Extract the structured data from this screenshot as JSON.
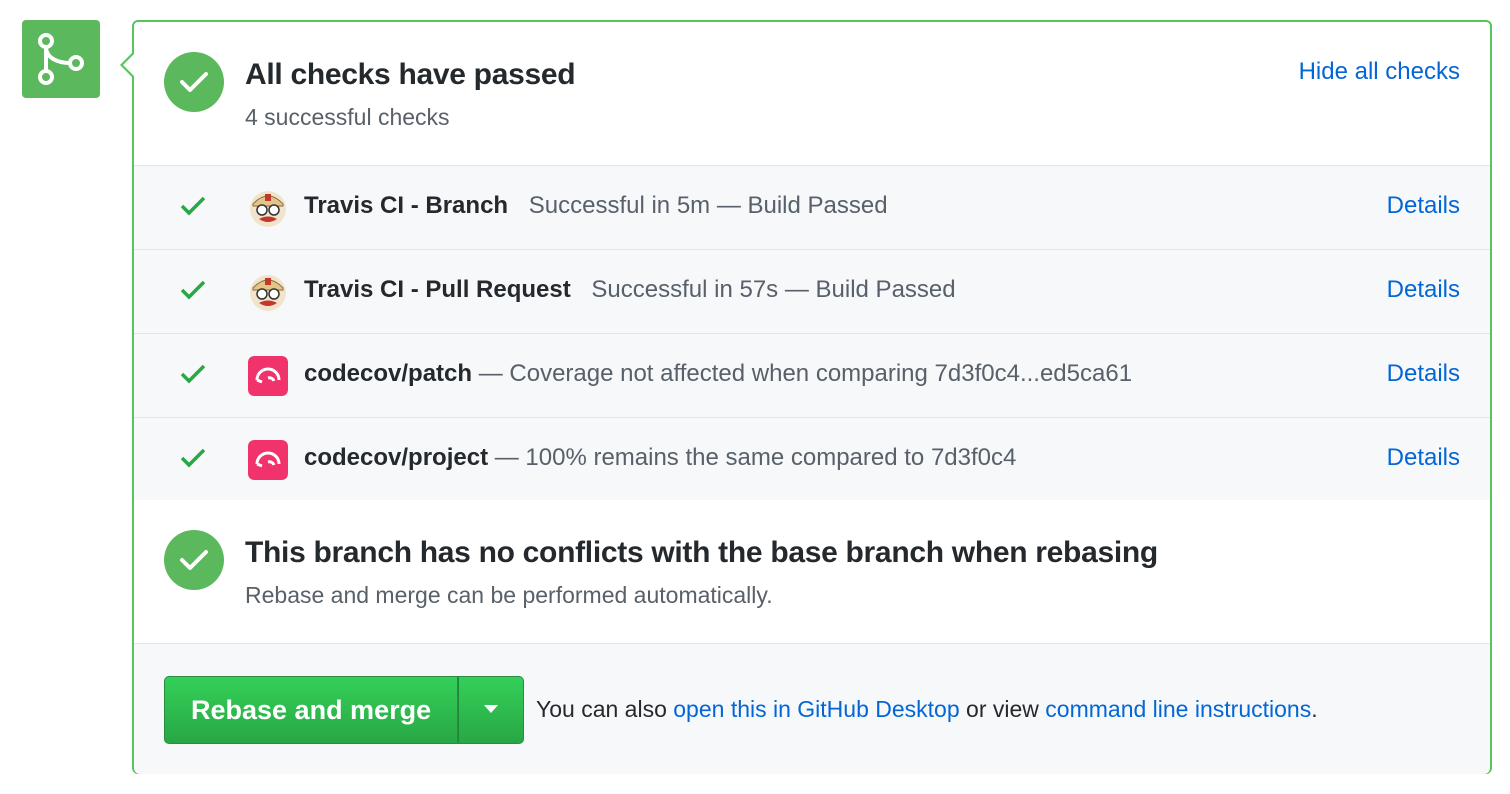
{
  "merge_icon": "git-merge-icon",
  "checks_header": {
    "title": "All checks have passed",
    "subtitle": "4 successful checks",
    "hide_link": "Hide all checks"
  },
  "checks": [
    {
      "name": "Travis CI - Branch",
      "desc": "Successful in 5m — Build Passed",
      "details": "Details",
      "avatar": "travis-ci-avatar"
    },
    {
      "name": "Travis CI - Pull Request",
      "desc": "Successful in 57s — Build Passed",
      "details": "Details",
      "avatar": "travis-ci-avatar"
    },
    {
      "name": "codecov/patch",
      "desc": " — Coverage not affected when comparing 7d3f0c4...ed5ca61",
      "details": "Details",
      "avatar": "codecov-avatar"
    },
    {
      "name": "codecov/project",
      "desc": " — 100% remains the same compared to 7d3f0c4",
      "details": "Details",
      "avatar": "codecov-avatar"
    }
  ],
  "merge_status": {
    "title": "This branch has no conflicts with the base branch when rebasing",
    "subtitle": "Rebase and merge can be performed automatically."
  },
  "actions": {
    "merge_button": "Rebase and merge",
    "prefix": "You can also ",
    "desktop_link": "open this in GitHub Desktop",
    "middle": " or view ",
    "cli_link": "command line instructions",
    "suffix": "."
  },
  "colors": {
    "success_green": "#5cb85c",
    "link_blue": "#0366d6",
    "border_green": "#56c65c",
    "codecov_pink": "#f01f7a"
  }
}
